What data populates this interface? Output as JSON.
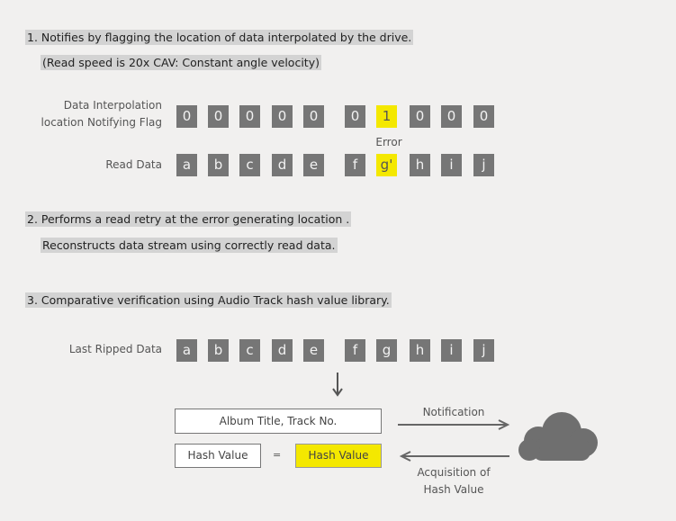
{
  "step1": {
    "title": "1. Notifies by flagging the location of data interpolated by the drive.",
    "note": "(Read speed is 20x CAV: Constant angle velocity)",
    "flag_label_line1": "Data Interpolation",
    "flag_label_line2": "location Notifying Flag",
    "flags": [
      "0",
      "0",
      "0",
      "0",
      "0",
      "0",
      "1",
      "0",
      "0",
      "0"
    ],
    "error_label": "Error",
    "read_label": "Read Data",
    "read_data": [
      "a",
      "b",
      "c",
      "d",
      "e",
      "f",
      "g'",
      "h",
      "i",
      "j"
    ],
    "highlight_index": 6
  },
  "step2": {
    "title": "2. Performs a read retry at the error generating location .",
    "note": "Reconstructs data stream using correctly read data."
  },
  "step3": {
    "title": "3. Comparative verification using Audio Track hash value library.",
    "ripped_label": "Last Ripped Data",
    "ripped_data": [
      "a",
      "b",
      "c",
      "d",
      "e",
      "f",
      "g",
      "h",
      "i",
      "j"
    ],
    "album_box": "Album Title, Track No.",
    "hash_box": "Hash Value",
    "equals": "=",
    "hash_box_highlight": "Hash Value",
    "notification_label": "Notification",
    "acquisition_line1": "Acquisition of",
    "acquisition_line2": "Hash Value"
  },
  "colors": {
    "background": "#f1f0ef",
    "cell": "#767676",
    "highlight": "#f4e800",
    "text_highlight_bg": "#d3d3d3"
  }
}
